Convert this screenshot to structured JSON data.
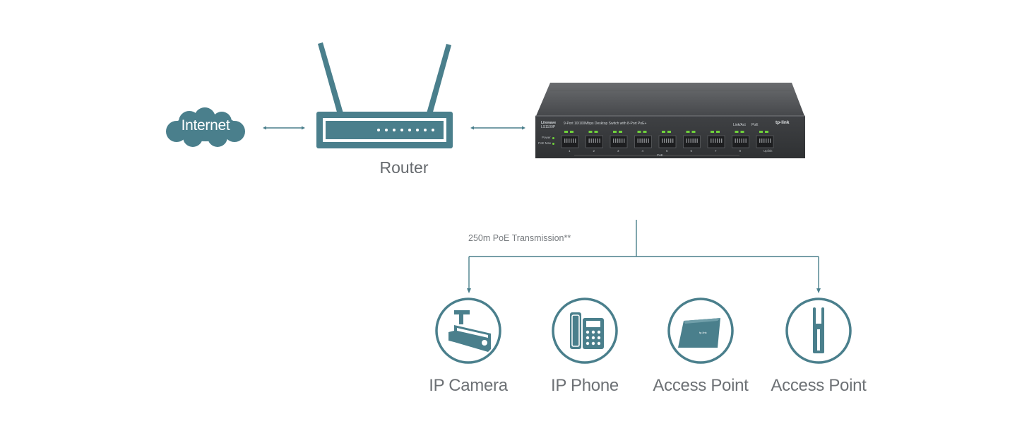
{
  "internet": {
    "label": "Internet"
  },
  "router": {
    "label": "Router"
  },
  "switch": {
    "brand_line1": "Litewave",
    "model": "LS1109P",
    "description": "9-Port 10/100Mbps Desktop Switch with 8-Port PoE+",
    "power_label": "Power",
    "poemax_label": "PoE Max",
    "linkact_label": "Link/Act",
    "poe_label": "PoE",
    "logo": "tp-link",
    "port_numbers": [
      "1",
      "2",
      "3",
      "4",
      "5",
      "6",
      "7",
      "8"
    ],
    "uplink_label": "Uplink",
    "poe_group_label": "PoE"
  },
  "transmission_label": "250m PoE Transmission**",
  "devices": [
    {
      "label": "IP Camera",
      "icon": "ip-camera-icon"
    },
    {
      "label": "IP Phone",
      "icon": "ip-phone-icon"
    },
    {
      "label": "Access Point",
      "icon": "ceiling-access-point-icon"
    },
    {
      "label": "Access Point",
      "icon": "outdoor-access-point-icon"
    }
  ],
  "colors": {
    "teal": "#4a7f8c",
    "switch_body": "#3c3e41",
    "led_green": "#6fd23a"
  }
}
